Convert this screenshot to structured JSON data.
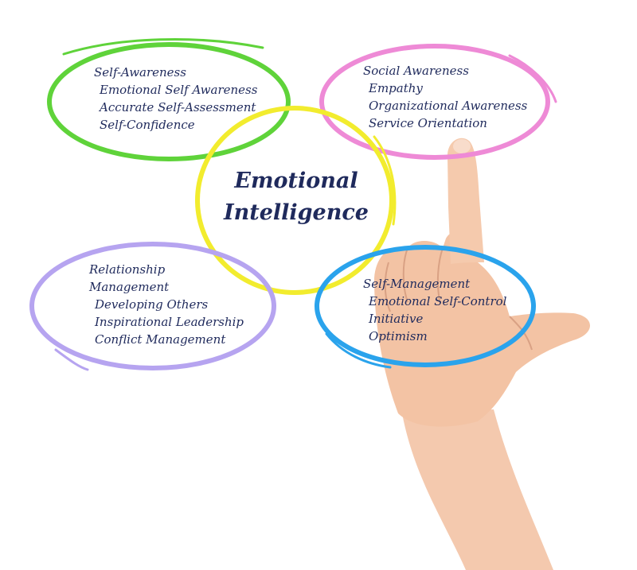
{
  "center": {
    "line1": "Emotional",
    "line2": "Intelligence"
  },
  "clusters": {
    "self_awareness": {
      "heading": "Self-Awareness",
      "items": [
        "Emotional Self Awareness",
        "Accurate Self-Assessment",
        "Self-Confidence"
      ]
    },
    "social_awareness": {
      "heading": "Social Awareness",
      "items": [
        "Empathy",
        "Organizational Awareness",
        "Service Orientation"
      ]
    },
    "relationship_management": {
      "heading_line1": "Relationship",
      "heading_line2": "Management",
      "items": [
        "Developing Others",
        "Inspirational Leadership",
        "Conflict Management"
      ]
    },
    "self_management": {
      "heading": "Self-Management",
      "items": [
        "Emotional Self-Control",
        "Initiative",
        "Optimism"
      ]
    }
  },
  "colors": {
    "self_awareness_ring": "#5fd33a",
    "social_awareness_ring": "#ee8ad6",
    "center_ring": "#f2ec2e",
    "relationship_ring": "#b6a4f0",
    "self_management_ring": "#2aa3ec",
    "text": "#1f2a5c",
    "skin": "#f2c2a6"
  },
  "icons": {
    "hand": "pointing-hand-icon"
  }
}
